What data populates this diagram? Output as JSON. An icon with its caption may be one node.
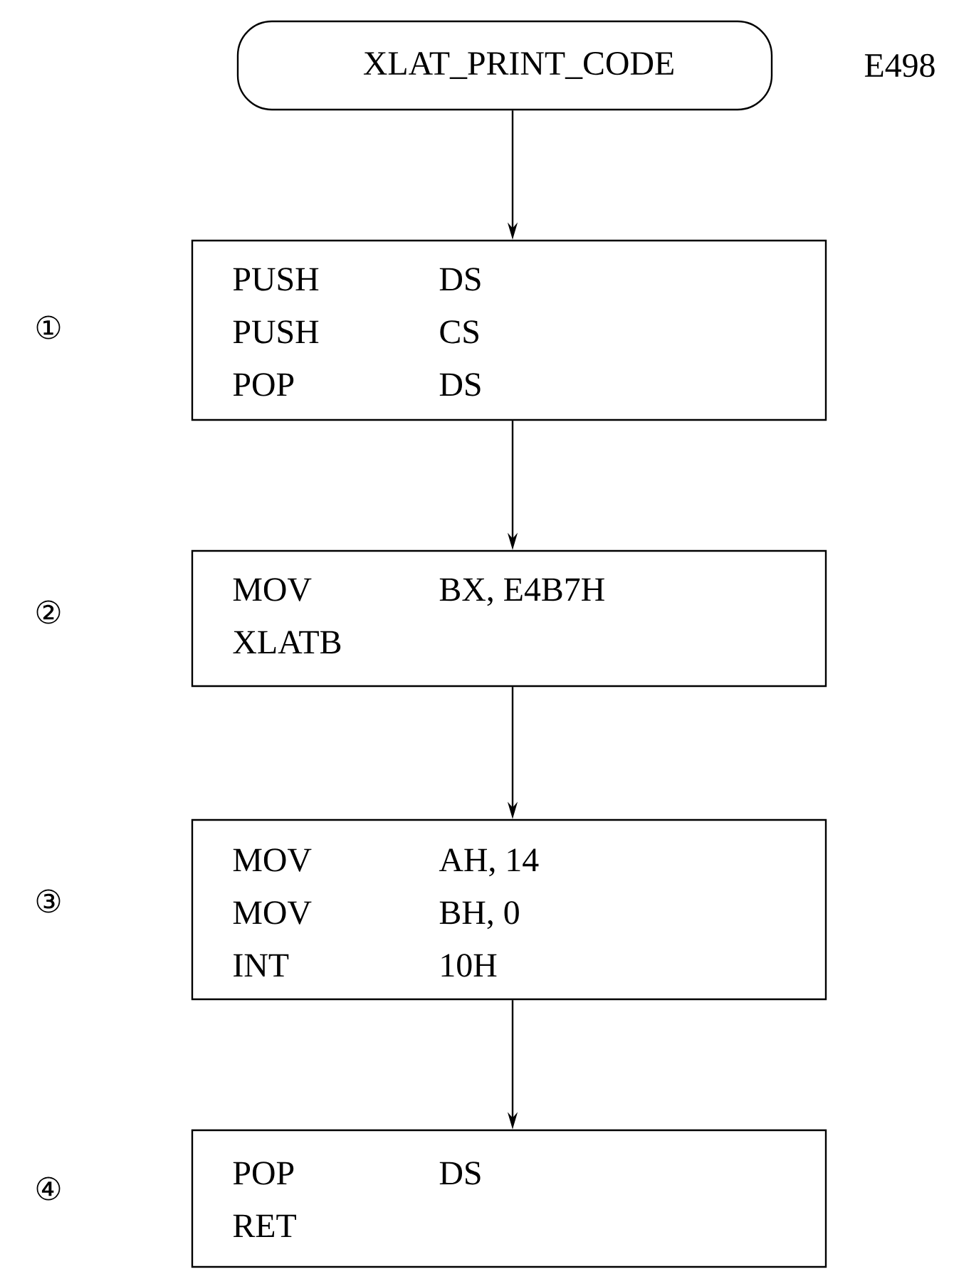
{
  "diagram": {
    "nodes": [
      {
        "text": [
          "XLAT_PRINT_CODE"
        ],
        "beside": [
          "E498"
        ]
      },
      {
        "text": [
          "PUSH",
          "DS",
          "PUSH",
          "CS",
          "POP",
          "DS"
        ]
      },
      {
        "text": [
          "MOV",
          "BX, E4B7H",
          "XLATB"
        ]
      },
      {
        "text": [
          "MOV",
          "AH, 14",
          "MOV",
          "BH, 0",
          "INT",
          "10H"
        ]
      },
      {
        "text": [
          "POP",
          "DS",
          "RET"
        ]
      }
    ],
    "edges": [
      {
        "from": 0,
        "to": 1,
        "arrow": "to"
      },
      {
        "from": 1,
        "to": 2,
        "arrow": "to"
      },
      {
        "from": 2,
        "to": 3,
        "arrow": "to"
      },
      {
        "from": 3,
        "to": 4,
        "arrow": "to"
      }
    ],
    "labels": [
      "①",
      "②",
      "③",
      "④"
    ]
  }
}
